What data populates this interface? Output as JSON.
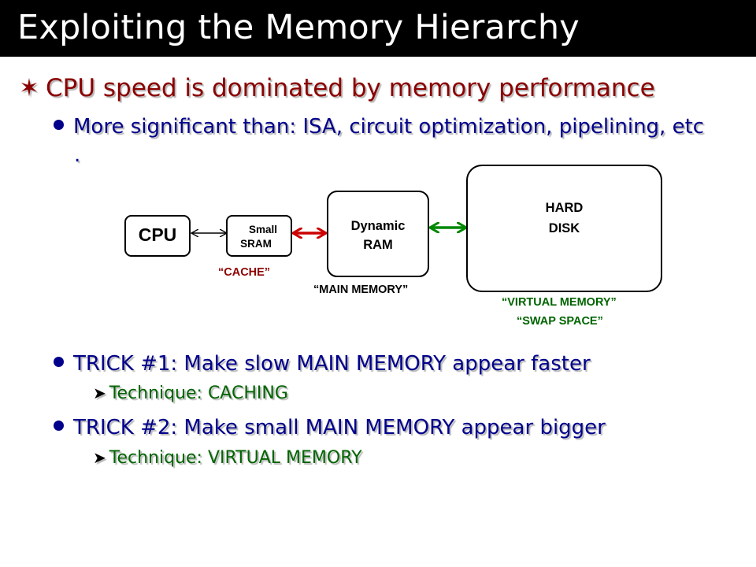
{
  "slide": {
    "title": "Exploiting the Memory Hierarchy"
  },
  "bullets": {
    "main": {
      "glyph": "✶",
      "text": "CPU speed is dominated by memory performance"
    },
    "sub1": {
      "text": "More significant than: ISA, circuit optimization, pipelining, etc",
      "continuation": "."
    },
    "trick1": {
      "text": "TRICK #1:  Make slow MAIN MEMORY appear faster",
      "technique": "Technique:  CACHING"
    },
    "trick2": {
      "text": "TRICK #2:  Make small MAIN MEMORY appear bigger",
      "technique": "Technique:  VIRTUAL MEMORY"
    }
  },
  "diagram": {
    "cpu": "CPU",
    "sram_line1": "Small",
    "sram_line2": "SRAM",
    "dram_line1": "Dynamic",
    "dram_line2": "RAM",
    "disk_line1": "HARD",
    "disk_line2": "DISK",
    "cache_label": "“CACHE”",
    "main_memory_label": "“MAIN MEMORY”",
    "virtual_memory_label": "“VIRTUAL MEMORY”",
    "swap_space_label": "“SWAP SPACE”"
  },
  "colors": {
    "title_bg": "#000000",
    "level1_text": "#8b0000",
    "level2_text": "#00008b",
    "level3_text": "#006400",
    "red_arrow": "#cc0000",
    "green_arrow": "#008800"
  }
}
